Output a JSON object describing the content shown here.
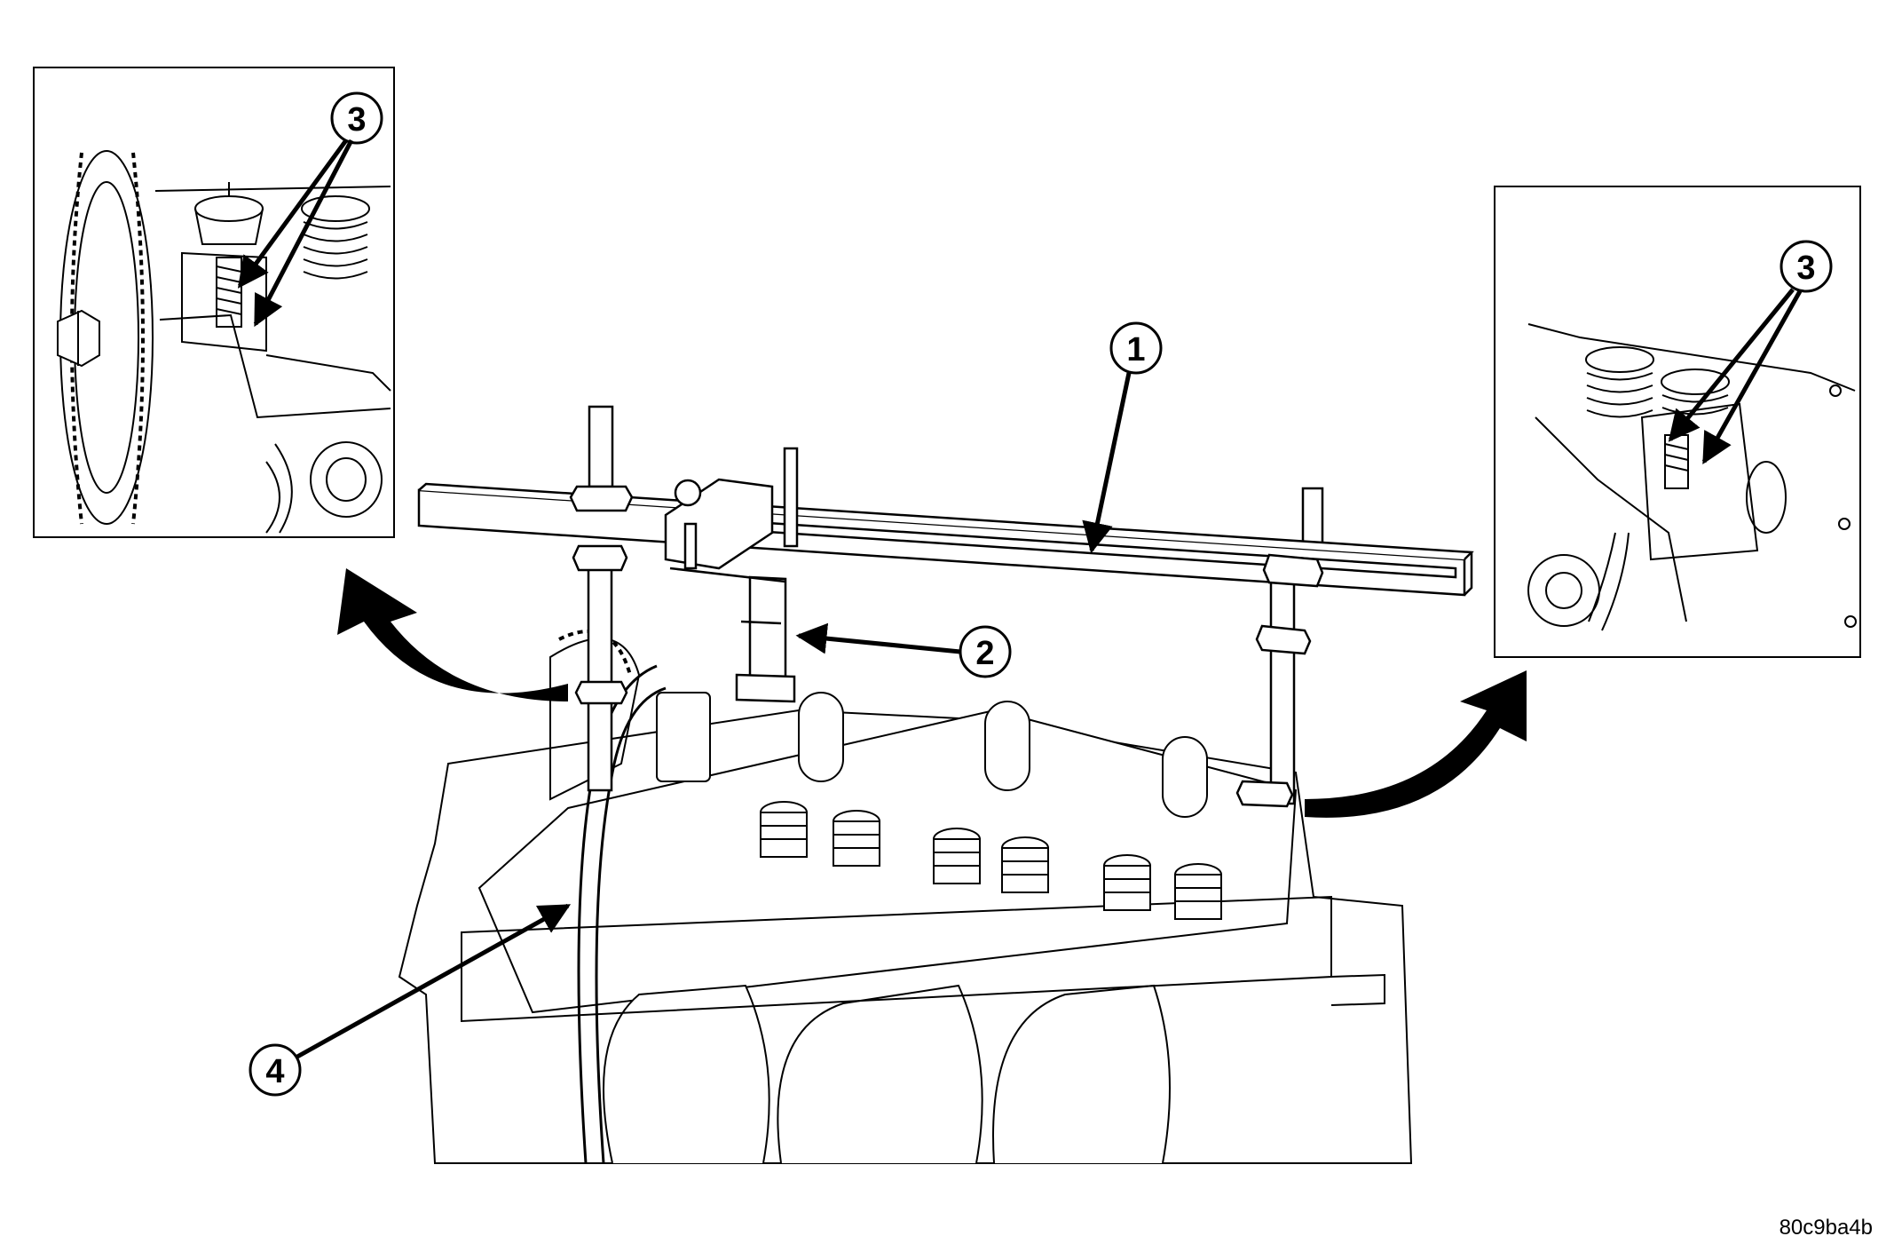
{
  "callouts": {
    "c1": "1",
    "c2": "2",
    "c3_left": "3",
    "c3_right": "3",
    "c4": "4"
  },
  "figure_id": "80c9ba4b"
}
